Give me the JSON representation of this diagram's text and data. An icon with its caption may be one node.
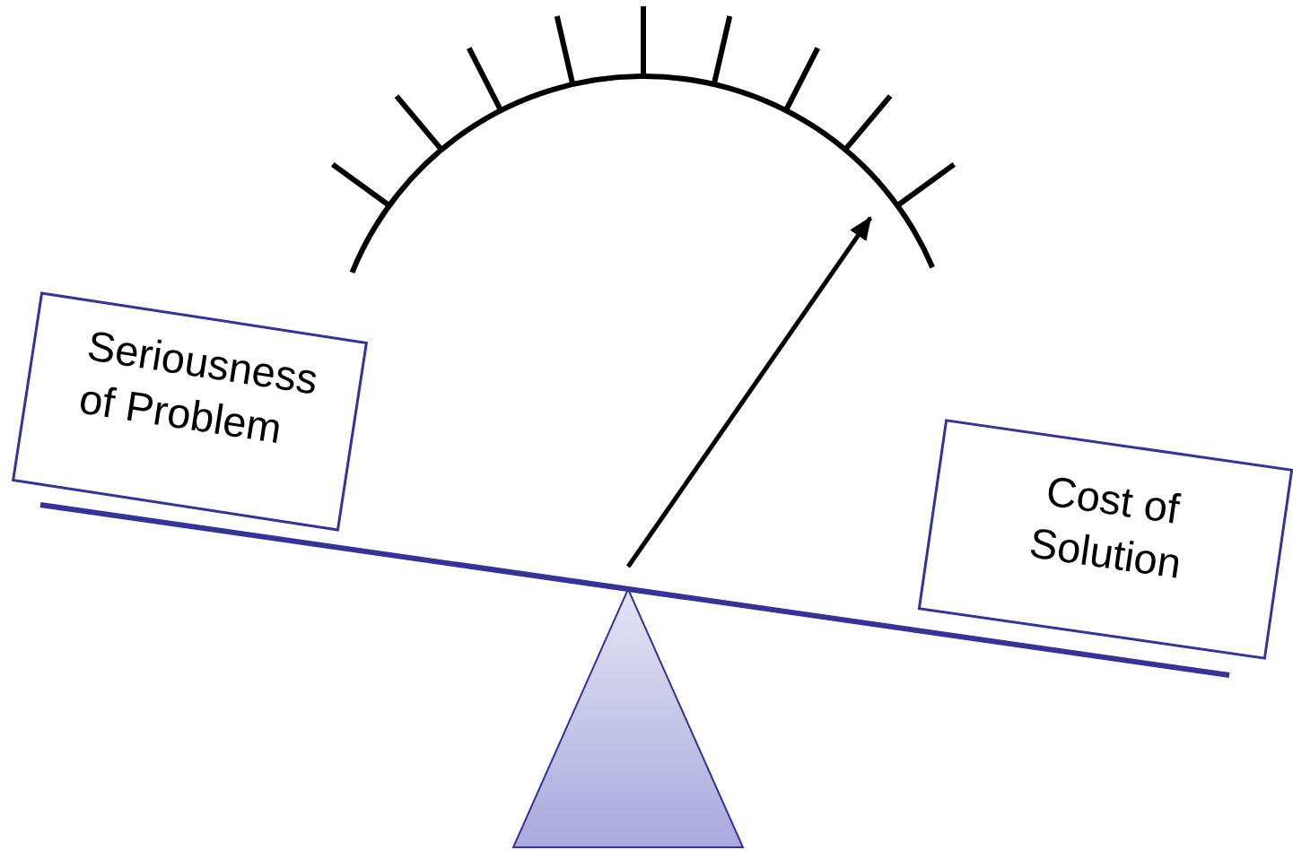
{
  "diagram": {
    "nodes": [
      {
        "text": [
          "Seriousness of Problem"
        ]
      },
      {
        "text": [
          "Cost of Solution"
        ]
      },
      {
        "text": [],
        "shape": "triangle"
      }
    ]
  }
}
